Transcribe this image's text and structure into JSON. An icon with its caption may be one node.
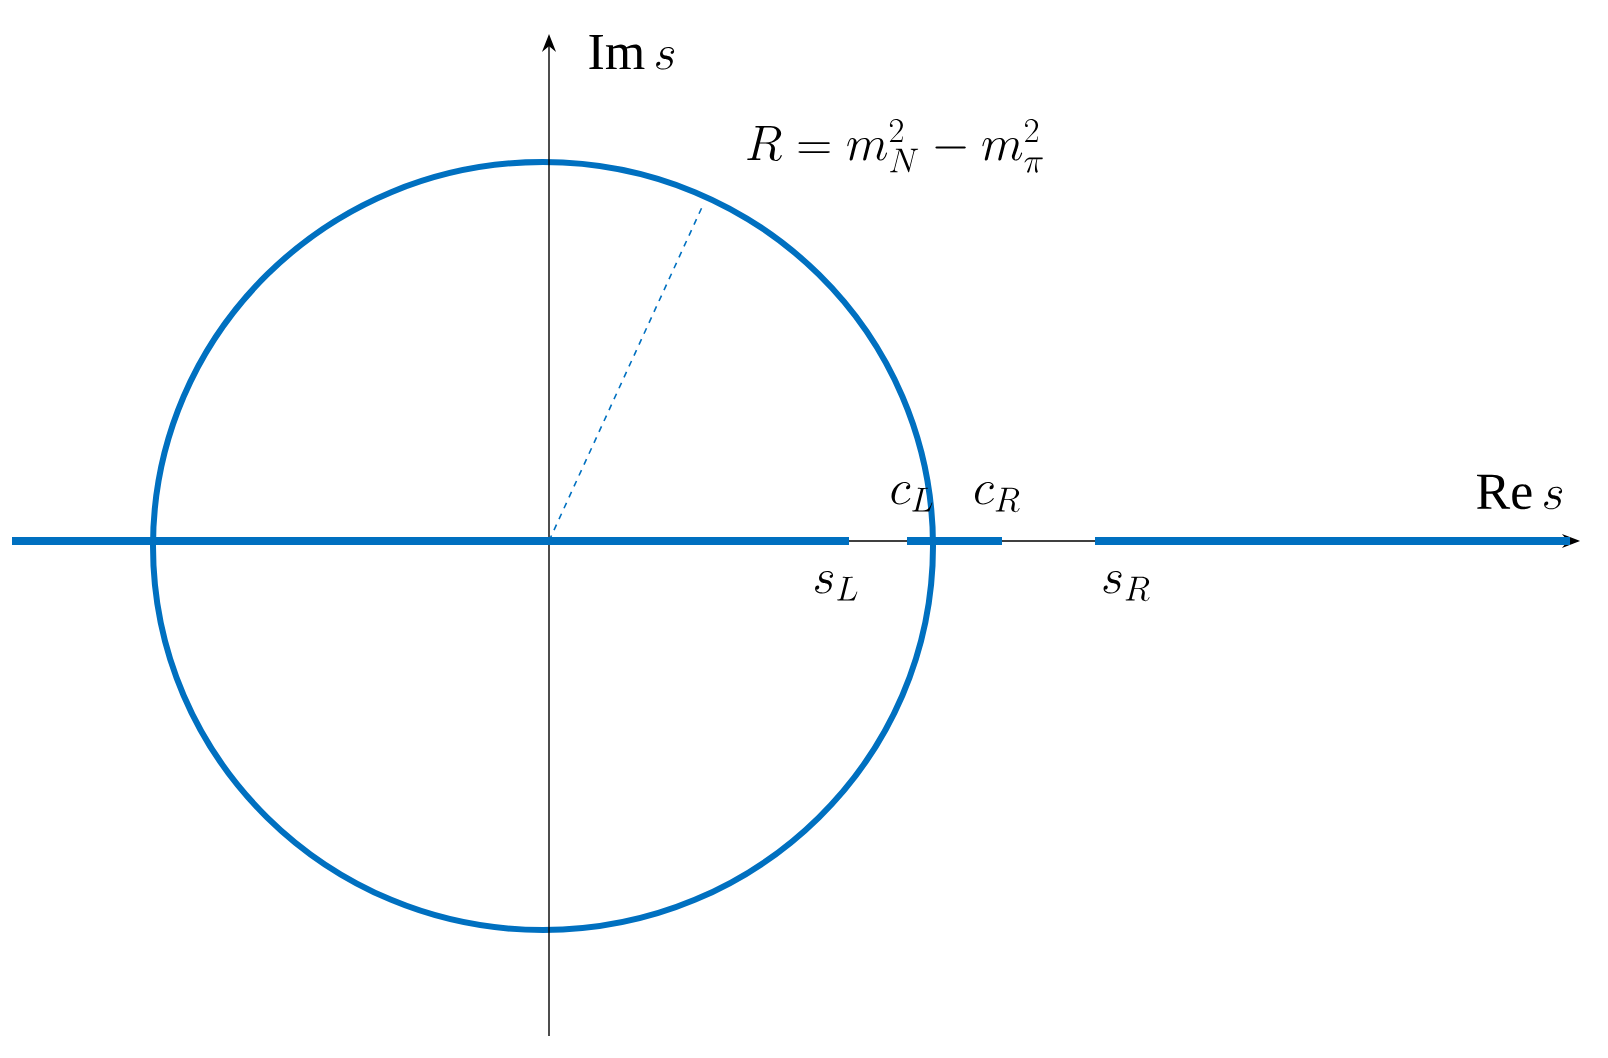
{
  "diagram": {
    "labels": [
      "\\mathrm{Im}\\,s",
      "R = m_N^2 - m_\\pi^2",
      "c_L",
      "c_R",
      "\\mathrm{Re}\\,s",
      "s_L",
      "s_R"
    ]
  }
}
